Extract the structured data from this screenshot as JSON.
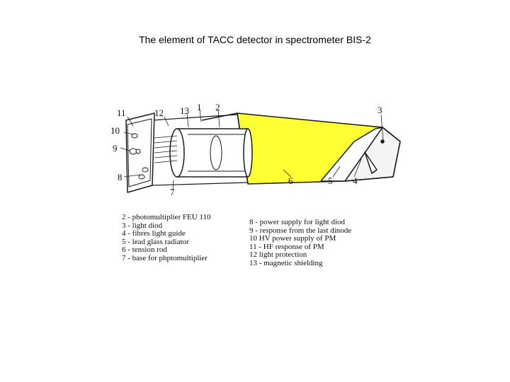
{
  "title": "The element of TACC detector in spectrometer BIS-2",
  "callouts": {
    "c1": "1",
    "c2": "2",
    "c3": "3",
    "c4": "4",
    "c5": "5",
    "c6": "6",
    "c7": "7",
    "c8": "8",
    "c9": "9",
    "c10": "10",
    "c11": "11",
    "c12": "12",
    "c13": "13"
  },
  "legend_left": [
    "2 - photomultiplier FEU 110",
    "3 - light diod",
    "4 - fibres light guide",
    "5 - lead glass radiator",
    "6 - tension rod",
    "7 - base for phptomultiplier"
  ],
  "legend_right": [
    "8 - power supply for light diod",
    "9 - response from the last dinode",
    "10 HV power supply of PM",
    "11 - HF response of PM",
    "12 light protection",
    "13 - magnetic shielding"
  ],
  "colors": {
    "radiator_fill": "#ffff33",
    "line": "#1a1a1a",
    "background": "#ffffff"
  }
}
